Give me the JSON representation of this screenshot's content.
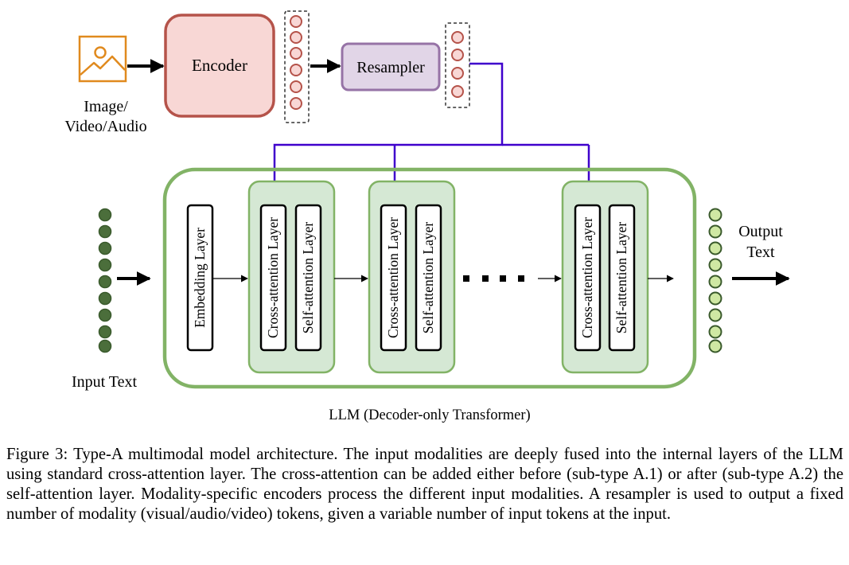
{
  "labels": {
    "input_modality_line1": "Image/",
    "input_modality_line2": "Video/Audio",
    "encoder": "Encoder",
    "resampler": "Resampler",
    "embedding_layer": "Embedding Layer",
    "cross_attention_layer": "Cross-attention Layer",
    "self_attention_layer": "Self-attention Layer",
    "input_text": "Input Text",
    "output_text_line1": "Output",
    "output_text_line2": "Text",
    "llm": "LLM (Decoder-only Transformer)",
    "ellipsis": "...."
  },
  "caption": "Figure 3: Type-A multimodal model architecture. The input modalities are deeply fused into the internal layers of the LLM using standard cross-attention layer. The cross-attention can be added either before (sub-type A.1) or after (sub-type A.2) the self-attention layer. Modality-specific encoders process the different input modalities. A resampler is used to output a fixed number of modality (visual/audio/video) tokens, given a variable number of input tokens at the input.",
  "colors": {
    "encoder_fill": "#f8d7d5",
    "encoder_stroke": "#b5534a",
    "resampler_fill": "#e1d5e7",
    "resampler_stroke": "#9673a6",
    "llm_stroke": "#82b366",
    "block_fill": "#d5e8d4",
    "token_red": "#b5534a",
    "token_dark_green": "#4b6e3b",
    "token_light_green": "#cfe8a3",
    "connector_purple": "#3f00cc",
    "image_icon": "#e08a1e"
  },
  "icons": {
    "modality_input": "image-icon"
  }
}
